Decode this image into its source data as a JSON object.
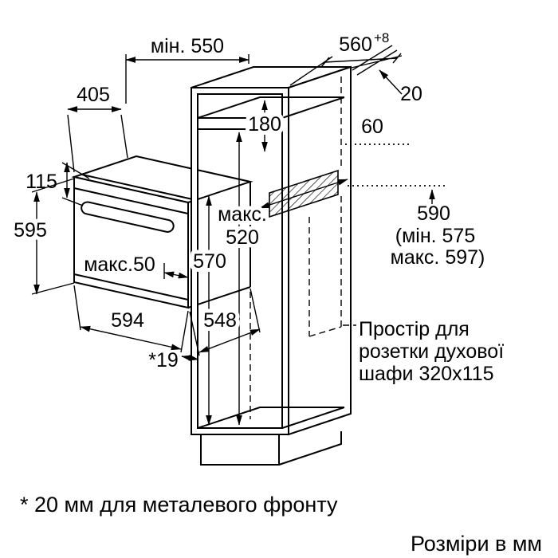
{
  "diagram": {
    "dims": {
      "min550": "мін. 550",
      "w560": "560",
      "w560_sup": "+8",
      "d405": "405",
      "d180": "180",
      "d20": "20",
      "d60": "60",
      "d115": "115",
      "d595": "595",
      "maks_label": "макс.",
      "d520": "520",
      "d570": "570",
      "maks50": "макс.50",
      "d594": "594",
      "d548": "548",
      "star19": "*19",
      "d590": "590",
      "d590_min": "(мін. 575",
      "d590_max": "макс. 597)"
    },
    "socket_note": {
      "line1": "Простір для",
      "line2": "розетки духової",
      "line3": "шафи 320x115"
    },
    "footnote": "* 20 мм для металевого фронту",
    "units_note": "Розміри в мм",
    "line_color": "#000000",
    "background_color": "#ffffff"
  }
}
